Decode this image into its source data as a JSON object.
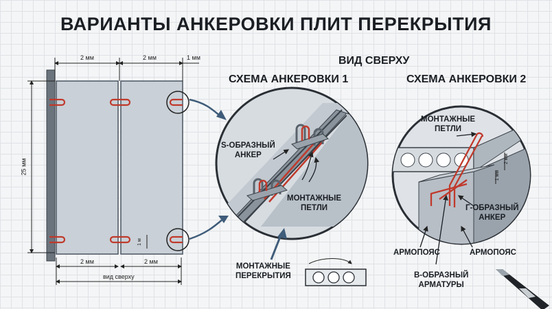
{
  "title": "ВАРИАНТЫ АНКЕРОВКИ ПЛИТ ПЕРЕКРЫТИЯ",
  "top_view_heading": "ВИД СВЕРХУ",
  "scheme1": {
    "title": "СХЕМА АНКЕРОВКИ 1",
    "s_anchor": [
      "S-ОБРАЗНЫЙ",
      "АНКЕР"
    ],
    "loops": [
      "МОНТАЖНЫЕ",
      "ПЕТЛИ"
    ],
    "slabs": [
      "МОНТАЖНЫЕ",
      "ПЕРЕКРЫТИЯ"
    ]
  },
  "scheme2": {
    "title": "СХЕМА АНКЕРОВКИ 2",
    "loops": [
      "МОНТАЖНЫЕ",
      "ПЕТЛИ"
    ],
    "g_anchor": [
      "Г-ОБРАЗНЫЙ",
      "АНКЕР"
    ],
    "belt_left": "АРМОПОЯС",
    "belt_right": "АРМОПОЯС",
    "rebar": [
      "В-ОБРАЗНЫЙ",
      "АРМАТУРЫ"
    ],
    "dim_top": "2 мм",
    "dim_side": "1 мм"
  },
  "plan": {
    "dim_top_1": "2 мм",
    "dim_top_2": "2 мм",
    "dim_top_3": "1 мм",
    "dim_height": "25 мм",
    "dim_bottom_1": "2 мм",
    "dim_bottom_2": "2 мм",
    "bottom_caption": "вид сверху",
    "small_dim": "1 м"
  },
  "colors": {
    "slab": "#c9d0d7",
    "slab_edge": "#4a5560",
    "wall": "#6b747d",
    "rebar": "#c0392b",
    "arrow": "#3f5c7a",
    "circle": "#d7dce1"
  }
}
